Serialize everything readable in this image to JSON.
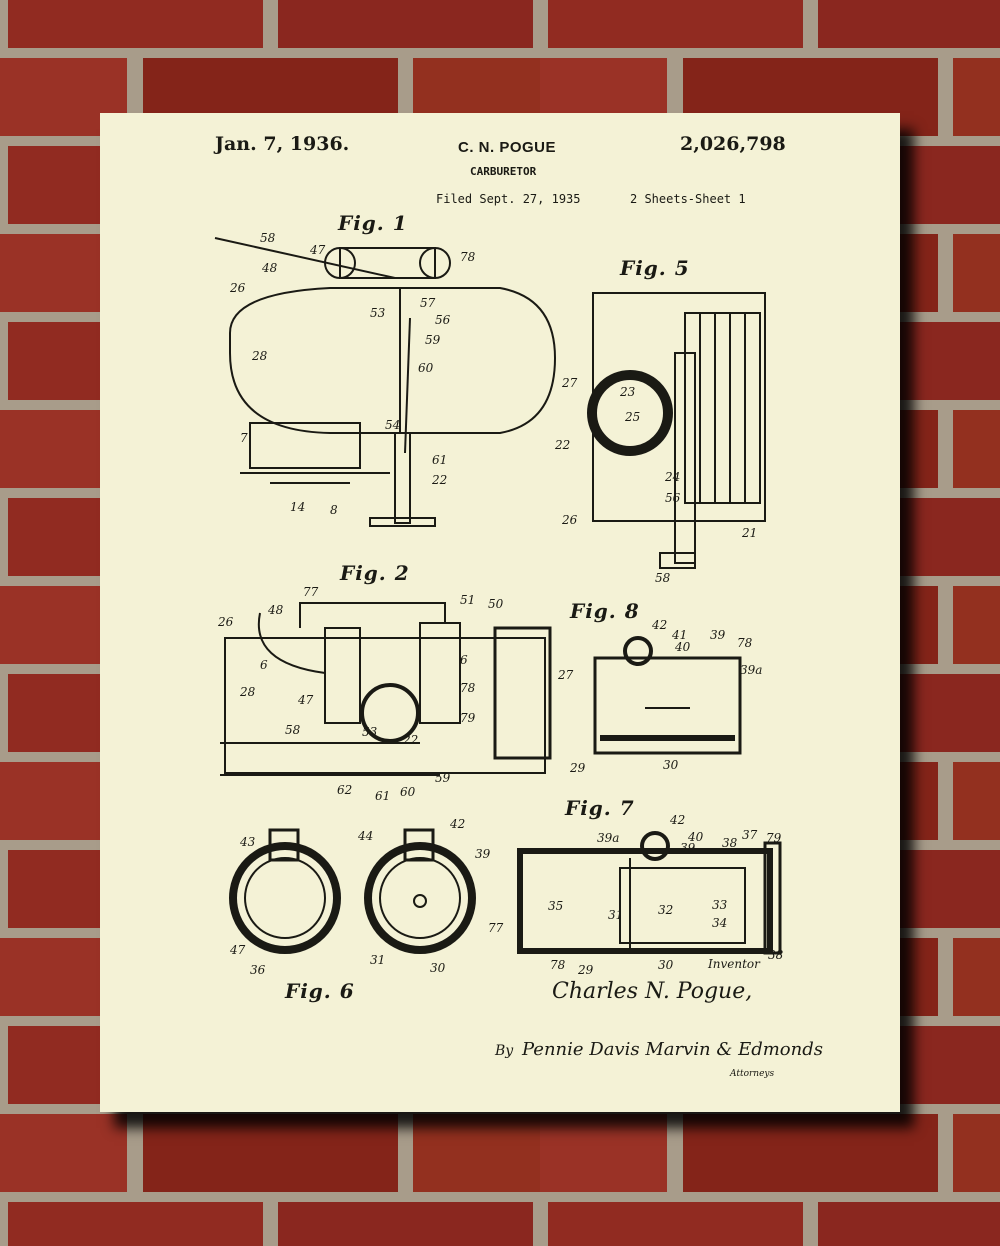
{
  "colors": {
    "paper": "#f4f2d6",
    "ink": "#1a1a14",
    "brick": "#8f2a20",
    "mortar": "#a89c8a"
  },
  "header": {
    "date": "Jan. 7, 1936.",
    "inventor": "C. N. POGUE",
    "patent_number": "2,026,798",
    "title": "CARBURETOR",
    "filed": "Filed Sept. 27, 1935",
    "sheets": "2 Sheets-Sheet 1"
  },
  "figures": {
    "fig1": "Fig. 1",
    "fig2": "Fig. 2",
    "fig5": "Fig. 5",
    "fig6": "Fig. 6",
    "fig7": "Fig. 7",
    "fig8": "Fig. 8"
  },
  "refs": {
    "fig1": [
      "58",
      "47",
      "78",
      "48",
      "26",
      "57",
      "53",
      "56",
      "59",
      "28",
      "60",
      "27",
      "7",
      "54",
      "61",
      "22",
      "14",
      "8"
    ],
    "fig5": [
      "23",
      "25",
      "22",
      "24",
      "56",
      "26",
      "21",
      "58"
    ],
    "fig2": [
      "77",
      "48",
      "51",
      "50",
      "26",
      "6",
      "6",
      "28",
      "47",
      "78",
      "27",
      "79",
      "58",
      "53",
      "22",
      "62",
      "61",
      "60",
      "59"
    ],
    "fig8": [
      "42",
      "41",
      "40",
      "39",
      "78",
      "39a",
      "29",
      "30"
    ],
    "fig6": [
      "43",
      "44",
      "42",
      "39",
      "47",
      "36",
      "31",
      "30"
    ],
    "fig7": [
      "39a",
      "42",
      "40",
      "39",
      "38",
      "37",
      "79",
      "35",
      "31",
      "32",
      "33",
      "34",
      "77",
      "78",
      "29",
      "30",
      "38"
    ]
  },
  "footer": {
    "inventor_label": "Inventor",
    "inventor_signature": "Charles N. Pogue,",
    "by": "By",
    "attorneys_signature": "Pennie Davis Marvin & Edmonds",
    "attorneys_label": "Attorneys"
  }
}
